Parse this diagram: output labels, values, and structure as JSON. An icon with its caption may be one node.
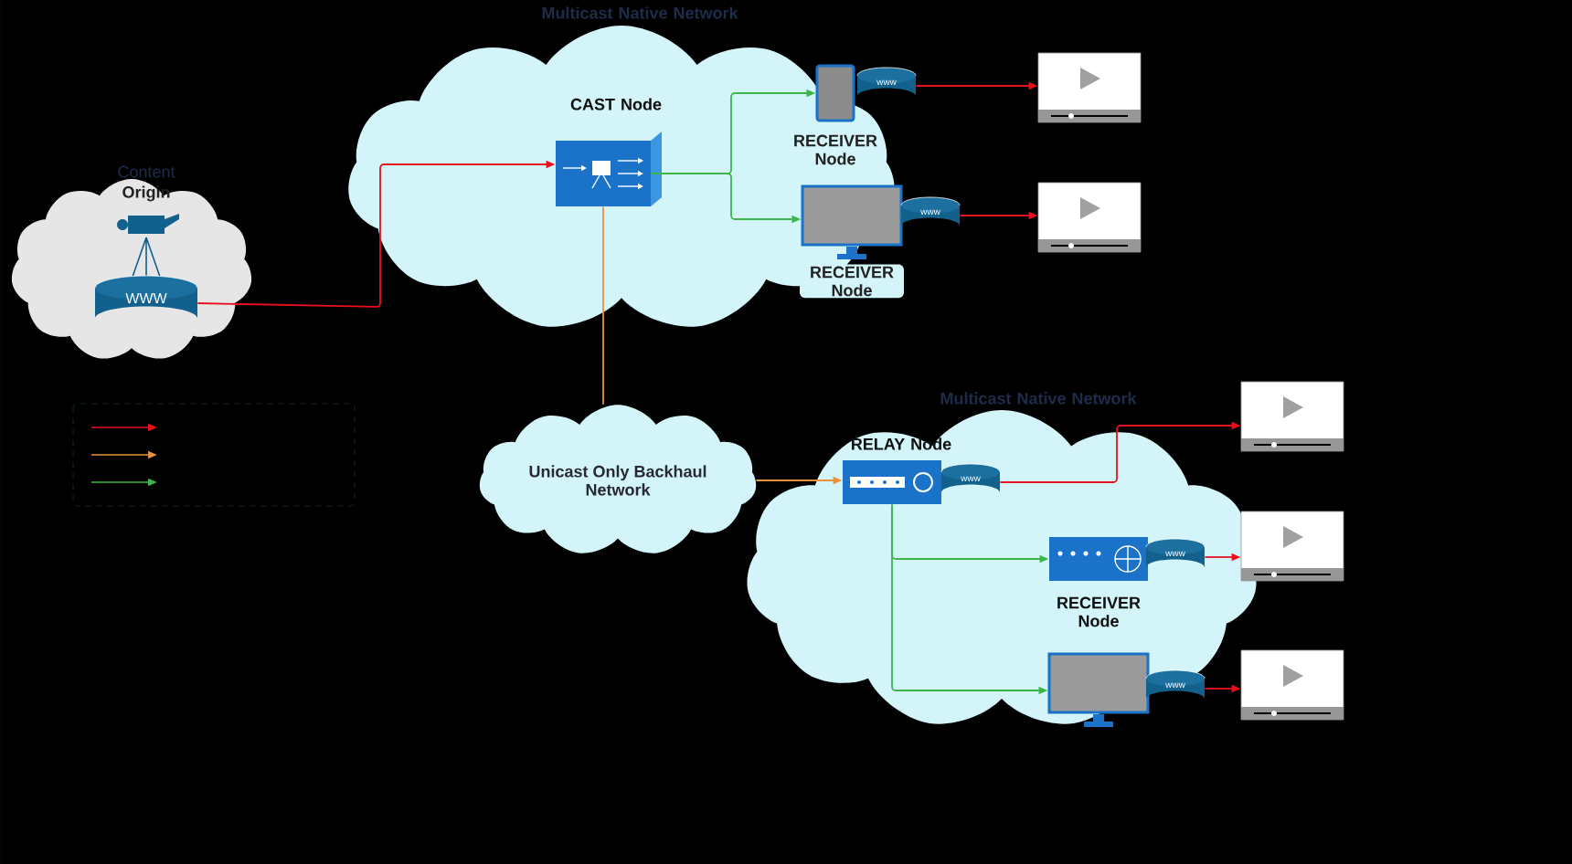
{
  "diagram": {
    "nodes": [
      {
        "text": [
          "Content",
          "Origin"
        ]
      },
      {
        "text": [
          "WWW"
        ],
        "in": 0
      },
      {
        "text": [
          "Multicast Native Network"
        ]
      },
      {
        "text": [
          "CAST Node"
        ],
        "in": 2
      },
      {
        "text": [
          "RECEIVER Node"
        ],
        "in": 2
      },
      {
        "text": [
          "www"
        ]
      },
      {
        "text": [
          "RECEIVER Node"
        ],
        "in": 2
      },
      {
        "text": [
          "www"
        ]
      },
      {
        "text": [],
        "shape": "picture"
      },
      {
        "text": [],
        "shape": "picture"
      },
      {
        "text": [
          "Unicast Only Backhaul Network"
        ]
      },
      {
        "text": [
          "Multicast Native Network"
        ]
      },
      {
        "text": [
          "RELAY Node"
        ],
        "in": 11
      },
      {
        "text": [
          "www"
        ],
        "in": 11
      },
      {
        "text": [
          "RECEIVER Node"
        ],
        "in": 11
      },
      {
        "text": [
          "www"
        ],
        "in": 11
      },
      {
        "text": [],
        "shape": "monitor",
        "in": 11
      },
      {
        "text": [
          "www"
        ],
        "in": 11
      },
      {
        "text": [],
        "shape": "picture"
      },
      {
        "text": [],
        "shape": "picture"
      },
      {
        "text": [],
        "shape": "picture"
      }
    ],
    "edges": [
      {
        "from": 1,
        "to": 3,
        "arrow": "to"
      },
      {
        "from": 3,
        "to": 4,
        "arrow": "to",
        "color": "#3cb64a"
      },
      {
        "from": 3,
        "to": 6,
        "arrow": "to",
        "color": "#3cb64a"
      },
      {
        "from": 5,
        "to": 8,
        "arrow": "to"
      },
      {
        "from": 7,
        "to": 9,
        "arrow": "to"
      },
      {
        "from": 3,
        "to": 10,
        "arrow": "none",
        "color": "#e8923a"
      },
      {
        "from": 10,
        "to": 12,
        "arrow": "to",
        "color": "#e8923a"
      },
      {
        "from": 13,
        "to": 18,
        "arrow": "to"
      },
      {
        "from": 12,
        "to": 14,
        "arrow": "to",
        "color": "#3cb64a"
      },
      {
        "from": 12,
        "to": 16,
        "arrow": "to",
        "color": "#3cb64a"
      },
      {
        "from": 15,
        "to": 19,
        "arrow": "to"
      },
      {
        "from": 17,
        "to": 20,
        "arrow": "to"
      }
    ]
  }
}
